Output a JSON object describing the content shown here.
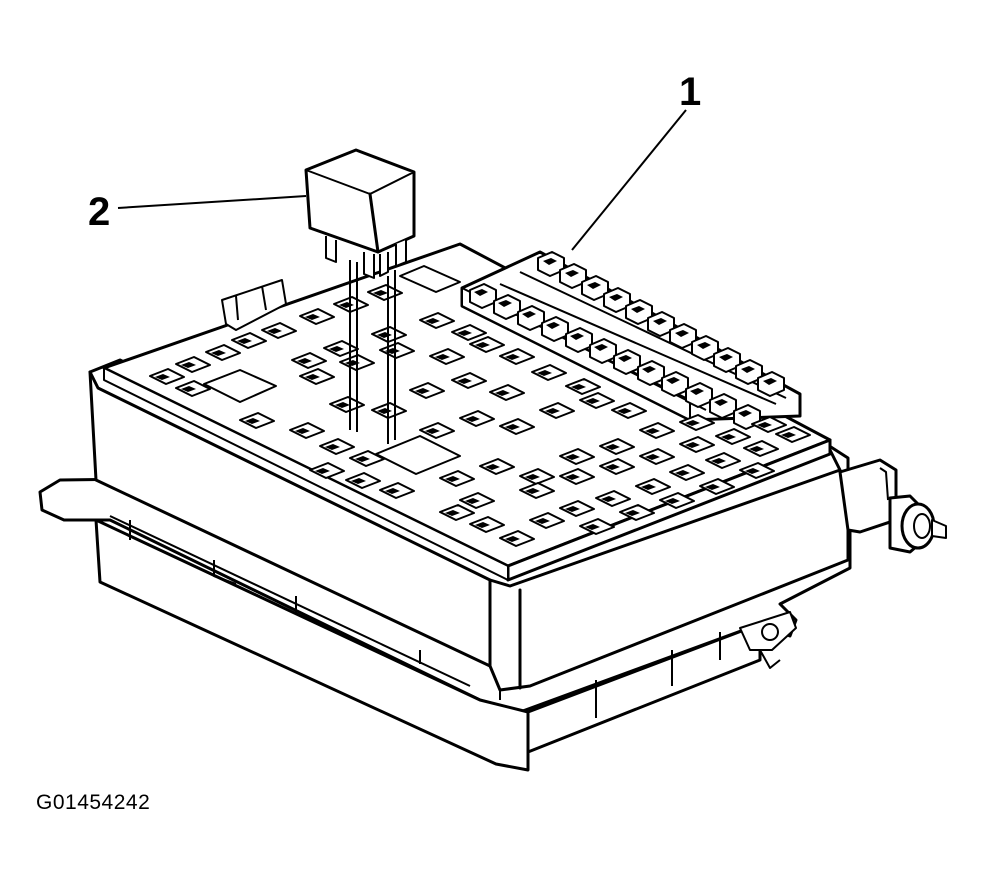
{
  "figure_id": "G01454242",
  "callouts": [
    {
      "number": "1",
      "target": "fuse-row"
    },
    {
      "number": "2",
      "target": "relay"
    }
  ],
  "colors": {
    "line": "#000000",
    "background": "#ffffff"
  }
}
